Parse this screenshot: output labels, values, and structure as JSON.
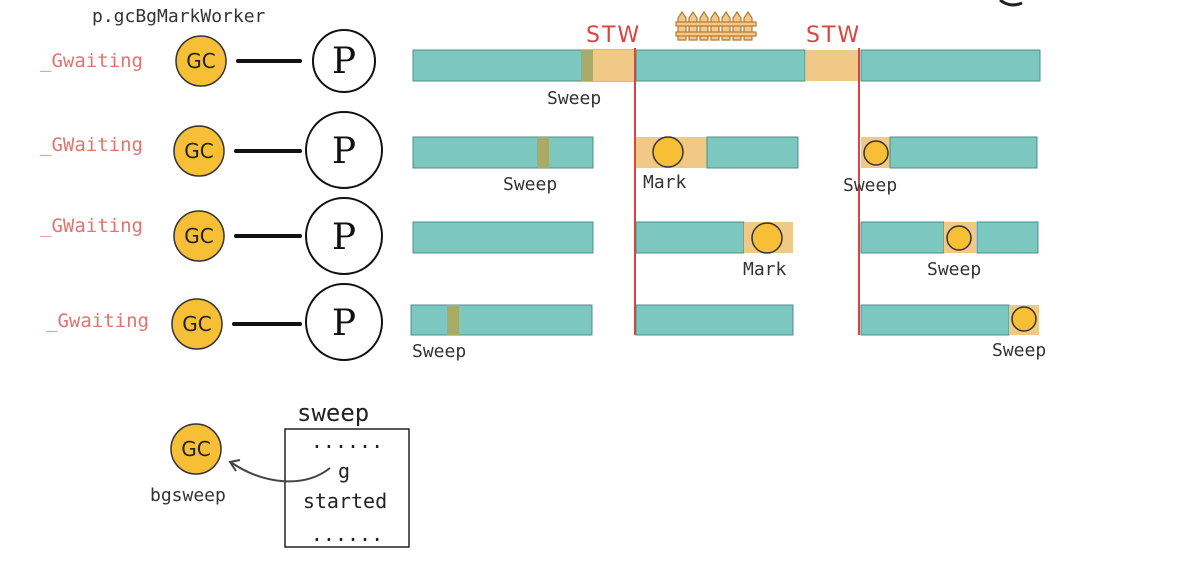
{
  "worker_label": "p.gcBgMarkWorker",
  "rows": [
    {
      "state": "_Gwaiting",
      "gc": "GC",
      "p": "P"
    },
    {
      "state": "_GWaiting",
      "gc": "GC",
      "p": "P"
    },
    {
      "state": "_GWaiting",
      "gc": "GC",
      "p": "P"
    },
    {
      "state": "_Gwaiting",
      "gc": "GC",
      "p": "P"
    }
  ],
  "stw_labels": [
    "STW",
    "STW"
  ],
  "phase_labels": {
    "r0_sweep": "Sweep",
    "r1_sweep": "Sweep",
    "r1_mark": "Mark",
    "r1_sweep2": "Sweep",
    "r2_mark": "Mark",
    "r2_sweep": "Sweep",
    "r3_sweep": "Sweep",
    "r3_sweep2": "Sweep"
  },
  "bg_sweep": {
    "gc": "GC",
    "label": "bgsweep",
    "box_title": "sweep",
    "dots_top": "......",
    "g": "g",
    "started": "started",
    "dots_bottom": "......"
  },
  "colors": {
    "teal": "#7cc7bf",
    "tan": "#f0c987",
    "gc_yellow": "#f7bf35",
    "stw_red": "#d9443e",
    "state_text": "#e0746e"
  }
}
